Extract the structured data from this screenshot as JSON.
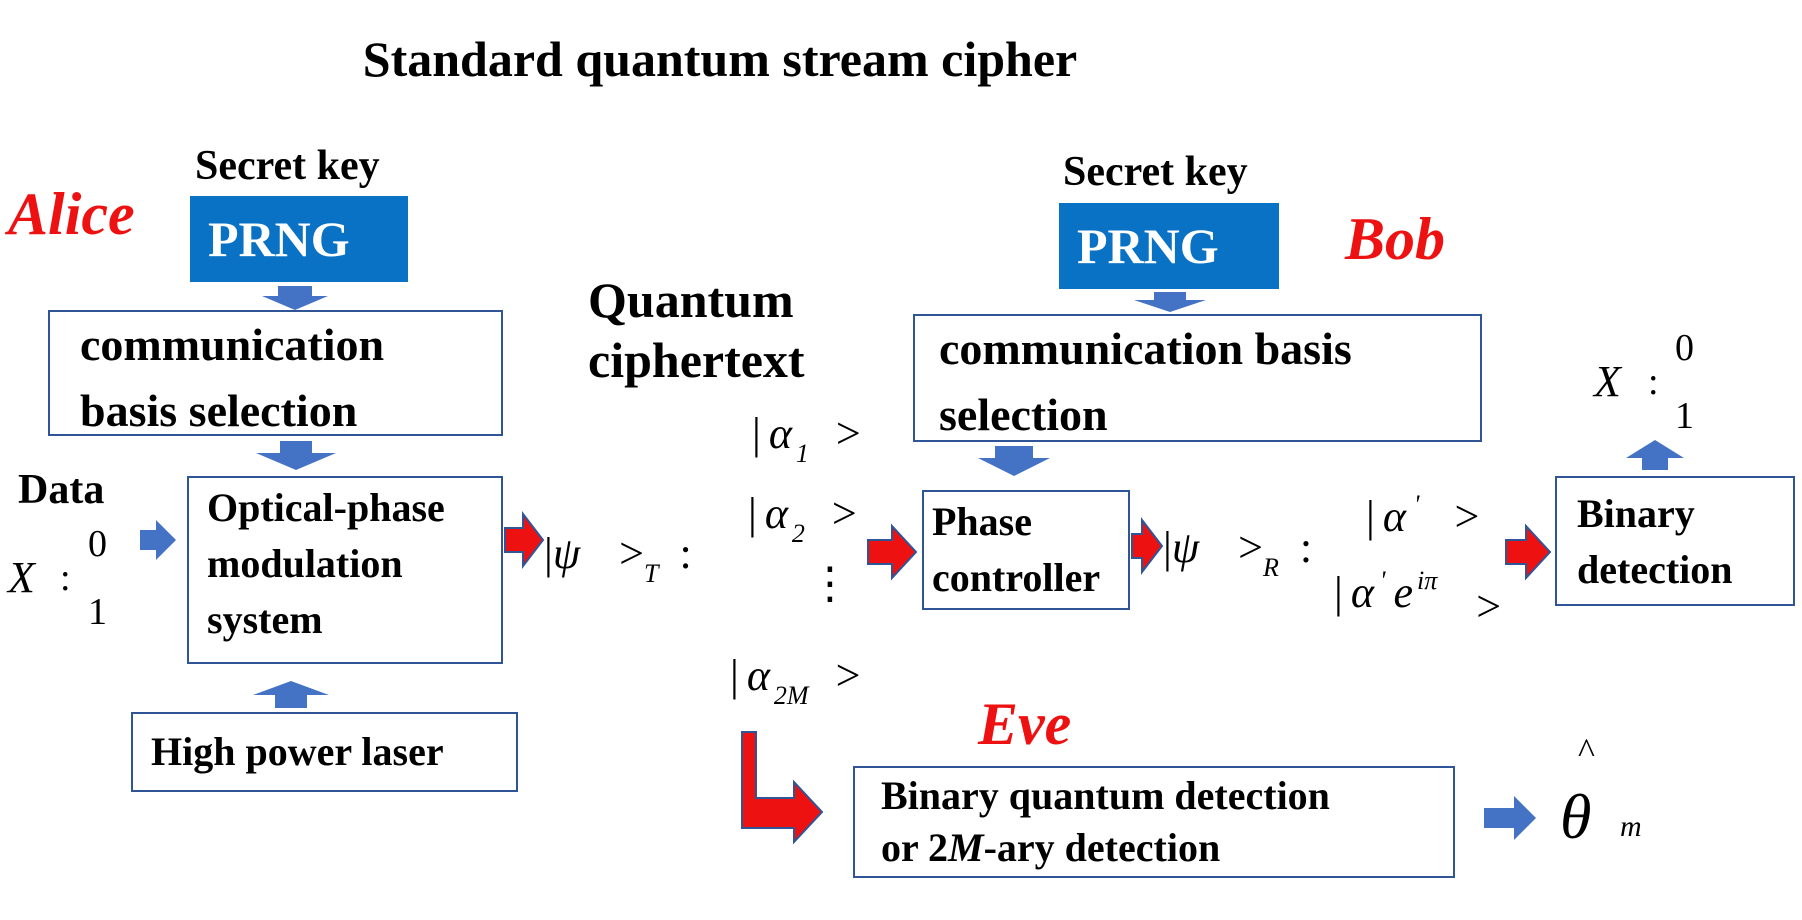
{
  "title": "Standard quantum stream cipher",
  "parties": {
    "alice": "Alice",
    "bob": "Bob",
    "eve": "Eve"
  },
  "alice": {
    "secret_key_label": "Secret key",
    "prng_label": "PRNG",
    "basis_line1": "communication",
    "basis_line2": "basis selection",
    "data_label": "Data",
    "data_var": "X",
    "data_colon": ":",
    "data_bit0": "0",
    "data_bit1": "1",
    "modulation_line1": "Optical-phase",
    "modulation_line2": "modulation",
    "modulation_line3": "system",
    "laser_label": "High power laser"
  },
  "channel": {
    "label_line1": "Quantum",
    "label_line2": "ciphertext",
    "psi_t": {
      "bar": "|",
      "psi": "ψ",
      "gt": ">",
      "sub": "T",
      "colon": ":"
    },
    "states": [
      {
        "bar": "|",
        "alpha": "α",
        "sub": "1",
        "gt": ">"
      },
      {
        "bar": "|",
        "alpha": "α",
        "sub": "2",
        "gt": ">"
      },
      {
        "bar": "|",
        "alpha": "α",
        "sub": "2M",
        "gt": ">"
      }
    ],
    "vdots": "⋮"
  },
  "bob": {
    "secret_key_label": "Secret key",
    "prng_label": "PRNG",
    "basis_line1": "communication basis",
    "basis_line2": "selection",
    "phase_line1": "Phase",
    "phase_line2": "controller",
    "psi_r": {
      "bar": "|",
      "psi": "ψ",
      "gt": ">",
      "sub": "R",
      "colon": ":"
    },
    "alpha_prime": {
      "bar": "|",
      "alpha": "α",
      "prime": "'",
      "gt": ">"
    },
    "alpha_prime_eipi": {
      "bar": "|",
      "alpha": "α",
      "prime": "'",
      "e": "e",
      "exp": "iπ",
      "gt": ">"
    },
    "detection_line1": "Binary",
    "detection_line2": "detection",
    "out_var": "X",
    "out_colon": ":",
    "out_bit0": "0",
    "out_bit1": "1"
  },
  "eve": {
    "detect_line1": "Binary quantum detection",
    "detect_line2_pre": "or 2",
    "detect_line2_m": "M",
    "detect_line2_post": "-ary detection",
    "theta": "θ",
    "hat": "^",
    "theta_sub": "m"
  },
  "colors": {
    "prng_fill": "#0a72c4",
    "box_border": "#2f5597",
    "blue_arrow": "#4472c4",
    "red_arrow": "#ee1111",
    "party_text": "#ee1111"
  }
}
